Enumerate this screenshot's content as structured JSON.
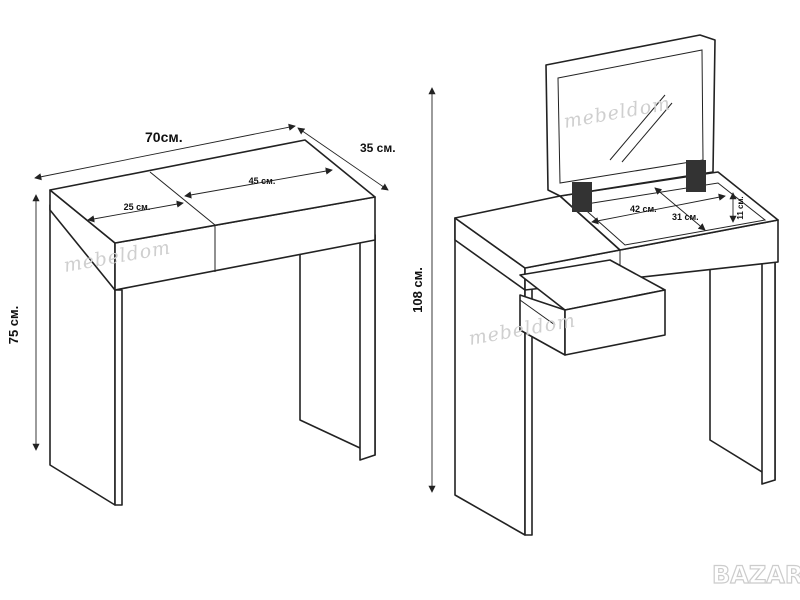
{
  "left_drawing": {
    "width_label": "70см.",
    "depth_label": "35 см.",
    "height_label": "75 см.",
    "right_compartment_label": "45 см.",
    "left_compartment_label": "25 см."
  },
  "right_drawing": {
    "height_label": "108 см.",
    "compartment_width_label": "42 см.",
    "compartment_depth_label": "31 см.",
    "compartment_height_label": "11 см."
  },
  "watermark": "mebeldom",
  "logo": "BAZAR"
}
